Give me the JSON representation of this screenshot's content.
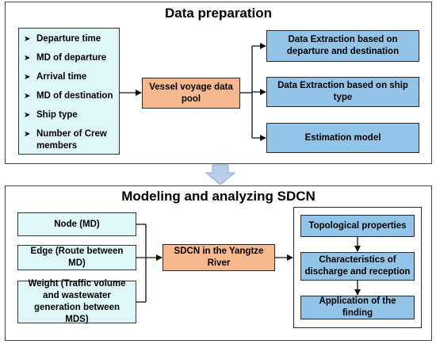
{
  "top_panel": {
    "title": "Data preparation",
    "inputs": [
      "Departure time",
      "MD of departure",
      "Arrival time",
      "MD of destination",
      "Ship type",
      "Number of Crew",
      "members"
    ],
    "pool": "Vessel voyage data pool",
    "outputs": [
      "Data Extraction based on departure and destination",
      "Data Extraction based on ship type",
      "Estimation model"
    ]
  },
  "bottom_panel": {
    "title": "Modeling and analyzing SDCN",
    "inputs": [
      "Node (MD)",
      "Edge (Route between MD)",
      "Weight (Traffic volume and wastewater generation between MDS)"
    ],
    "center": "SDCN in the Yangtze River",
    "steps": [
      "Topological properties",
      "Characteristics of discharge  and reception",
      "Application of the finding"
    ]
  },
  "colors": {
    "input_fill": "#dff7f9",
    "center_fill": "#f6b98f",
    "output_fill": "#93c3e6",
    "connector_arrow": "#b9cdeb"
  }
}
